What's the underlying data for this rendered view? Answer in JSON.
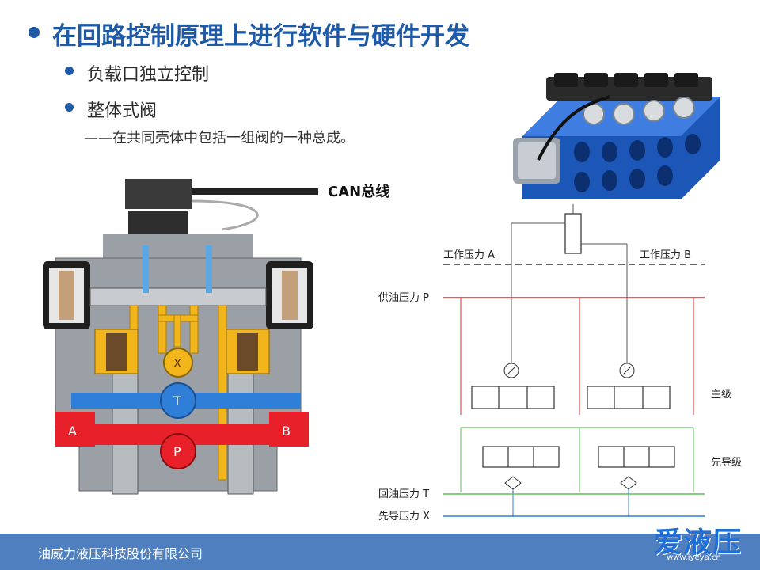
{
  "title": "在回路控制原理上进行软件与硬件开发",
  "bullets": [
    "负载口独立控制",
    "整体式阀"
  ],
  "note": "——在共同壳体中包括一组阀的一种总成。",
  "valve": {
    "can_label": "CAN总线",
    "port_a": "A",
    "port_b": "B",
    "port_x": "X",
    "port_t": "T",
    "port_p": "P"
  },
  "circuit": {
    "work_a": "工作压力 A",
    "work_b": "工作压力 B",
    "supply_p": "供油压力 P",
    "main_stage": "主级",
    "pilot_stage": "先导级",
    "return_t": "回油压力 T",
    "pilot_x": "先导压力 X"
  },
  "footer": {
    "company": "油威力液压科技股份有限公司"
  },
  "logo": {
    "main": "爱液压",
    "url": "www.iyeya.cn"
  },
  "colors": {
    "title_blue": "#1f5aa6",
    "footer_blue": "#4f7fbf",
    "pressure_red": "#e8202a",
    "tank_blue": "#2f7fd8",
    "pilot_yellow": "#f2b51c",
    "return_green": "#5bbf5b"
  }
}
